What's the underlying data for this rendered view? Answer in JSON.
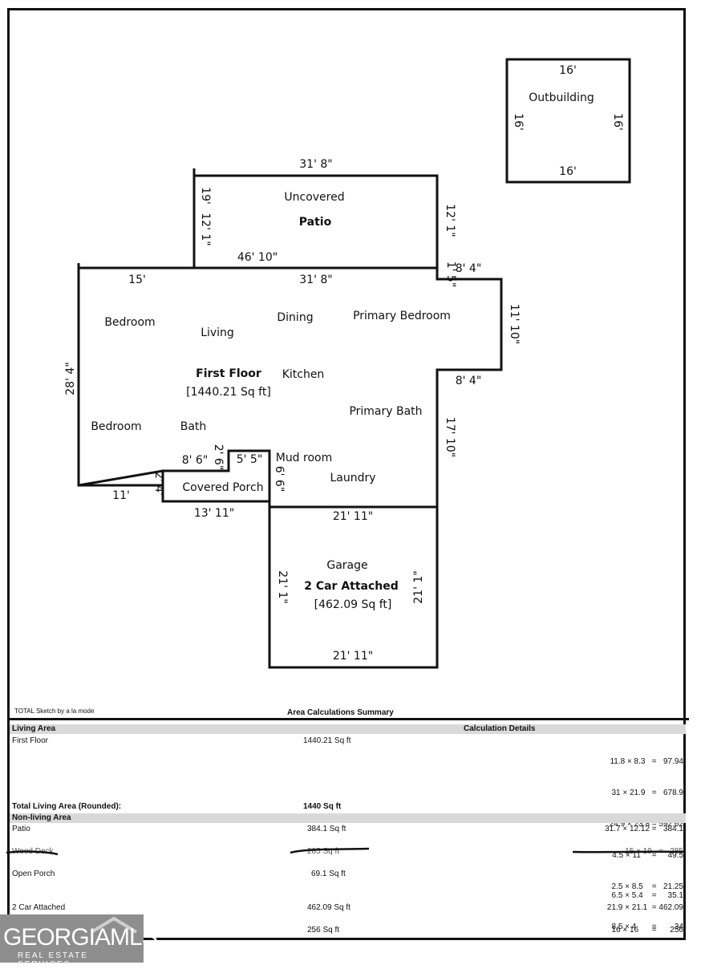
{
  "floorplan": {
    "outbuilding": {
      "label": "Outbuilding",
      "top": "16'",
      "bottom": "16'",
      "left": "16'",
      "right": "16'"
    },
    "patio": {
      "label1": "Uncovered",
      "label2": "Patio",
      "top": "31' 8\"",
      "left_a": "19'",
      "left_b": "12' 1\"",
      "right": "12' 1\""
    },
    "first_floor": {
      "title": "First Floor",
      "area": "[1440.21 Sq ft]",
      "dims": {
        "top_long": "46' 10\"",
        "top_left": "15'",
        "top_mid": "31' 8\"",
        "notch_small": "1' 5\"",
        "notch_top": "8' 4\"",
        "notch_right": "11' 10\"",
        "notch_bottom": "8' 4\"",
        "right_lower": "17' 10\"",
        "left": "28' 4\"",
        "bottom_left": "11'",
        "porch_left": "2' 4'",
        "step_a": "8' 6\"",
        "step_b": "2' 6\"",
        "step_c": "5' 5\"",
        "step_d": "6' 6\"",
        "porch_bottom": "13' 11\""
      },
      "rooms": [
        "Bedroom",
        "Living",
        "Dining",
        "Primary Bedroom",
        "Kitchen",
        "Bedroom",
        "Bath",
        "Primary Bath",
        "Mud room",
        "Laundry",
        "Covered Porch"
      ]
    },
    "garage": {
      "label": "Garage",
      "title": "2 Car Attached",
      "area": "[462.09 Sq ft]",
      "top": "21' 11\"",
      "bottom": "21' 11\"",
      "left": "21' 1\"",
      "right": "21' 1\""
    }
  },
  "summary": {
    "credit": "TOTAL Sketch by a la mode",
    "heading": "Area Calculations Summary",
    "living_header": "Living Area",
    "calc_header": "Calculation Details",
    "first_floor_label": "First Floor",
    "first_floor_area": "1440.21 Sq ft",
    "first_floor_calcs": [
      "11.8 × 8.3   =   97.94",
      "31 × 21.9   =   678.9",
      "24.9 × 23.8 = 592.62",
      "4.5 × 11     =     49.5",
      "2.5 × 8.5    =   21.25"
    ],
    "total_label": "Total Living Area (Rounded):",
    "total_value": "1440 Sq ft",
    "nonliving_header": "Non-living Area",
    "rows": [
      {
        "label": "Patio",
        "area": "384.1 Sq ft",
        "calcs": [
          "31.7 × 12.12 =   384.1"
        ]
      },
      {
        "label": "Wood Deck",
        "area": "285 Sq ft",
        "calcs": [
          "15 × 19   =   285"
        ]
      },
      {
        "label": "Open Porch",
        "area": "69.1 Sq ft",
        "calcs": [
          "6.5 × 5.4    =     35.1",
          "8.5 × 4       =        34"
        ]
      },
      {
        "label": "2 Car Attached",
        "area": "462.09 Sq ft",
        "calcs": [
          "21.9 × 21.1  = 462.09"
        ]
      },
      {
        "label": "",
        "area": "256 Sq ft",
        "calcs": [
          "16 × 16      =      256"
        ]
      }
    ]
  },
  "logo": {
    "name": "GEORGIAMLS",
    "tagline": "REAL ESTATE SERVICES"
  }
}
